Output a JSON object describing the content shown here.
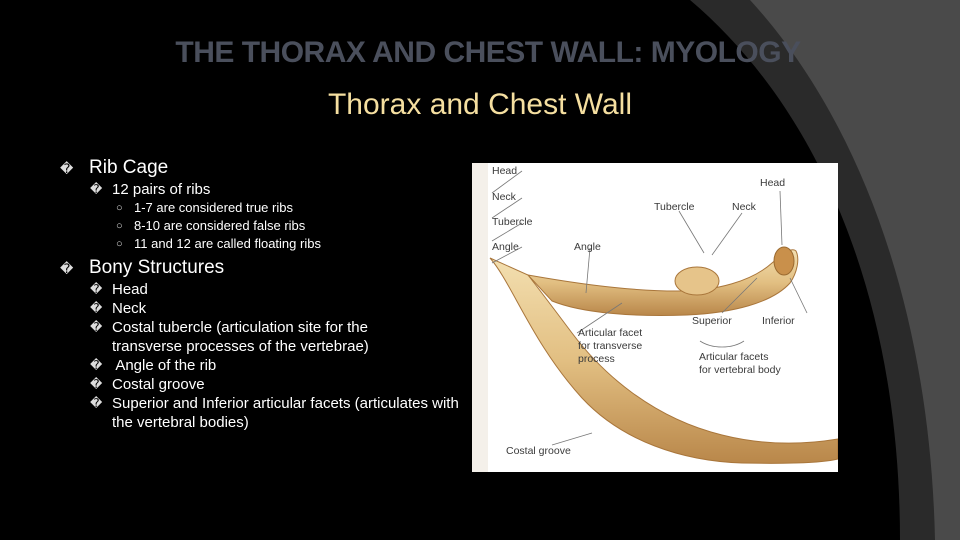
{
  "slide": {
    "title": "THE THORAX AND CHEST WALL: MYOLOGY",
    "subtitle": "Thorax and Chest Wall",
    "bullet_glyph": "�",
    "sub_bullet_glyph": "○"
  },
  "content": {
    "rib_cage": {
      "heading": "Rib Cage",
      "item": "12 pairs of ribs",
      "details": [
        "1-7 are considered true ribs",
        "8-10 are considered false ribs",
        "11 and 12 are called floating ribs"
      ]
    },
    "bony_structures": {
      "heading": "Bony Structures",
      "items": [
        "Head",
        "Neck",
        "Costal tubercle (articulation site for the transverse processes of the vertebrae)",
        " Angle of the rib",
        "Costal groove",
        "Superior and Inferior articular facets (articulates with the vertebral bodies)"
      ]
    }
  },
  "figure": {
    "labels": {
      "head_left": "Head",
      "neck_left": "Neck",
      "tubercle_left": "Tubercle",
      "angle_left": "Angle",
      "angle_mid": "Angle",
      "tubercle_top": "Tubercle",
      "neck_top": "Neck",
      "head_right": "Head",
      "superior": "Superior",
      "inferior": "Inferior",
      "articular_facet_1": "Articular facet",
      "articular_facet_2": "for transverse",
      "articular_facet_3": "process",
      "articular_facets_1": "Articular facets",
      "articular_facets_2": "for vertebral body",
      "costal_groove": "Costal groove"
    }
  }
}
